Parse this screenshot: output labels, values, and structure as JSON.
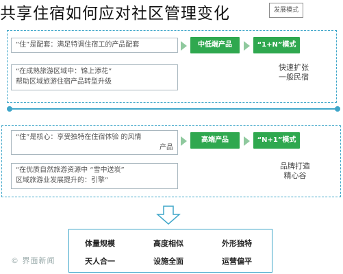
{
  "title": "共享住宿如何应对社区管理变化",
  "top_label": "发展模式",
  "top_section": {
    "desc_line1": "“住”是配套：满足特调住宿工的产品配套",
    "desc_line2": "“在成熟旅游区域中：锦上添花”",
    "desc_line3": "帮助区域旅游住宿产品转型升级",
    "tag_middle": "中低端产品",
    "tag_right": "“1+N”模式",
    "side_text_line1": "快速扩张",
    "side_text_line2": "一般民宿"
  },
  "mid_section": {
    "desc_line1": "“住”是核心：享受独特在住宿体验 的风情",
    "desc_line1b": "产品",
    "desc_line2": "“在优质自然旅游资源中 “雪中送炭”",
    "desc_line3": "区域旅游业发展提升的：引擎”",
    "tag_middle": "高端产品",
    "tag_right": "“N+1”模式",
    "side_text_line1": "品牌打造",
    "side_text_line2": "精心谷"
  },
  "bottom_grid": [
    [
      "体量规模",
      "高度相似",
      "外形独特"
    ],
    [
      "天人合一",
      "设施全面",
      "运营偏平"
    ]
  ],
  "watermark": "© 界面新闻",
  "colors": {
    "accent_blue": "#3ea6c9",
    "green": "#2fa84f",
    "arrow_green": "#8fc99e"
  }
}
